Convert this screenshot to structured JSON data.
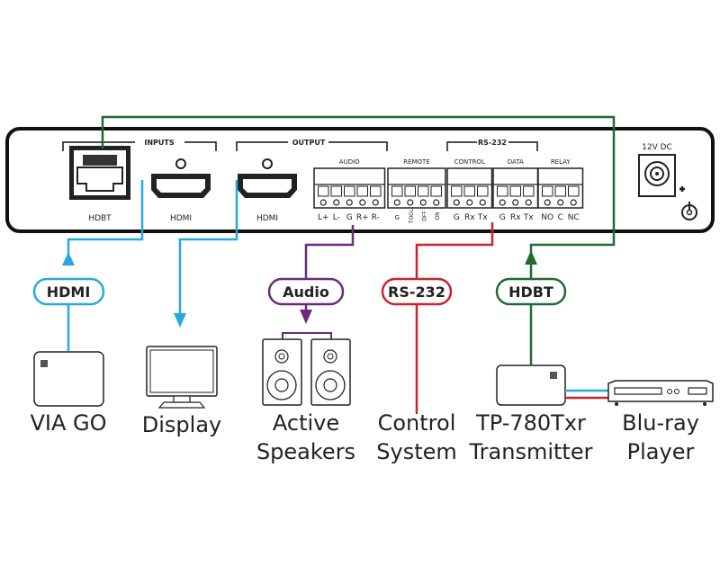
{
  "colors": {
    "hdmi": "#29a8df",
    "audio": "#6b2a7a",
    "rs232": "#c8242b",
    "hdbt": "#1e6b35"
  },
  "panel": {
    "groups": {
      "inputs": "INPUTS",
      "output": "OUTPUT",
      "rs232": "RS-232"
    },
    "ports": {
      "hdbt": "HDBT",
      "hdmi_in": "HDMI",
      "hdmi_out": "HDMI",
      "audio": "AUDIO",
      "remote": "REMOTE",
      "control": "CONTROL",
      "data": "DATA",
      "relay": "RELAY",
      "power": "12V DC"
    },
    "pins": {
      "audio": [
        "L+",
        "L-",
        "G",
        "R+",
        "R-"
      ],
      "remote": [
        "G",
        "TOGL",
        "OFF",
        "ON"
      ],
      "control": [
        "G",
        "Rx",
        "Tx"
      ],
      "data": [
        "G",
        "Rx",
        "Tx"
      ],
      "relay": [
        "NO",
        "C",
        "NC"
      ]
    }
  },
  "tags": {
    "hdmi": "HDMI",
    "audio": "Audio",
    "rs232": "RS-232",
    "hdbt": "HDBT"
  },
  "devices": {
    "via_go": "VIA GO",
    "display": "Display",
    "speakers": [
      "Active",
      "Speakers"
    ],
    "control": [
      "Control",
      "System"
    ],
    "tx": [
      "TP-780Txr",
      "Transmitter"
    ],
    "bluray": [
      "Blu-ray",
      "Player"
    ]
  }
}
